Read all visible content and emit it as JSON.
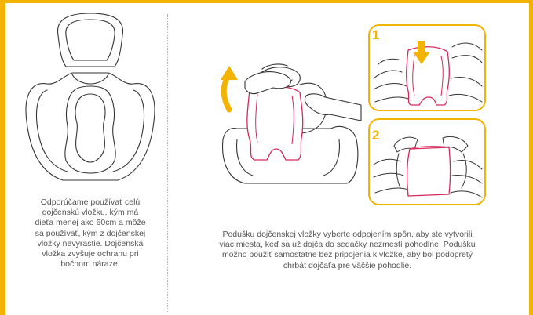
{
  "left_panel": {
    "caption_lines": [
      "Odporúčame používať celú",
      "dojčenskú vložku, kým má",
      "dieťa menej ako 60cm a môže",
      "sa používať, kým z dojčenskej",
      "vložky nevyrastie. Dojčenská",
      "vložka zvyšuje ochranu pri",
      "bočnom náraze."
    ]
  },
  "right_panel": {
    "step_labels": [
      "1",
      "2"
    ],
    "caption_lines": [
      "Podušku dojčenskej vložky vyberte odpojením spôn, aby ste vytvorili",
      "viac miesta, keď sa už dojča do sedačky nezmestí pohodlne. Podušku",
      "možno použiť samostatne bez pripojenia k vložke, aby bol podopretý",
      "chrbát dojčaťa pre väčšie pohodlie."
    ]
  },
  "colors": {
    "accent": "#f2b400",
    "outline": "#333333",
    "highlight": "#d6285a"
  }
}
